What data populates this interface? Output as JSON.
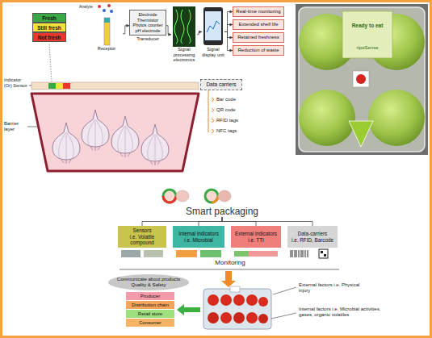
{
  "diagram": {
    "nodes": [
      {
        "text": [
          "Fresh"
        ]
      },
      {
        "text": [
          "Still fresh"
        ]
      },
      {
        "text": [
          "Not fresh"
        ]
      },
      {
        "text": [
          "Receptor"
        ]
      },
      {
        "text": [
          "Electrode Thermistor Photos counter pH electrode",
          "Transducer"
        ]
      },
      {
        "text": [
          "Signal processing electronics"
        ]
      },
      {
        "text": [
          "Signal display unit"
        ]
      },
      {
        "text": [
          "Real-time monitoring"
        ]
      },
      {
        "text": [
          "Extended shelf life"
        ]
      },
      {
        "text": [
          "Retained freshness"
        ]
      },
      {
        "text": [
          "Reduction of waste"
        ]
      },
      {
        "text": [
          "Data carriers"
        ]
      },
      {
        "text": [
          "Smart packaging"
        ]
      },
      {
        "text": [
          "Sensors",
          "i.e. Volatile compound"
        ]
      },
      {
        "text": [
          "Internal indicators",
          "i.e. Microbial"
        ]
      },
      {
        "text": [
          "External indicators",
          "i.e. TTI"
        ]
      },
      {
        "text": [
          "Data-carriers",
          "i.e. RFID, Barcode"
        ]
      },
      {
        "text": [
          "Communicate about products Quality & Safety"
        ]
      },
      {
        "text": [
          "Producer"
        ]
      },
      {
        "text": [
          "Distribution chain"
        ]
      },
      {
        "text": [
          "Retail store"
        ]
      },
      {
        "text": [
          "Consumer"
        ]
      }
    ],
    "edges": [
      {
        "from": 3,
        "to": 4,
        "arrow": "to"
      },
      {
        "from": 4,
        "to": 5,
        "arrow": "to"
      },
      {
        "from": 5,
        "to": 6,
        "arrow": "to"
      },
      {
        "from": 6,
        "to": 7,
        "arrow": "to"
      },
      {
        "from": 6,
        "to": 8,
        "arrow": "to"
      },
      {
        "from": 6,
        "to": 9,
        "arrow": "to"
      },
      {
        "from": 6,
        "to": 10,
        "arrow": "to"
      },
      {
        "from": 12,
        "to": 13,
        "arrow": "none"
      },
      {
        "from": 12,
        "to": 14,
        "arrow": "none"
      },
      {
        "from": 12,
        "to": 15,
        "arrow": "none"
      },
      {
        "from": 12,
        "to": 16,
        "arrow": "none"
      }
    ],
    "labels": [
      "Analyte",
      "Indicator (Or) Sensor",
      "Bar code",
      "QR code",
      "RFID tags",
      "NFC tags",
      "Barrier layer",
      "Ready to eat",
      "ripeSense",
      "Monitoring",
      "External factors i.e. Physical injury",
      "Internal factors i.e. Microbial activities, gases, organic volatiles"
    ]
  }
}
